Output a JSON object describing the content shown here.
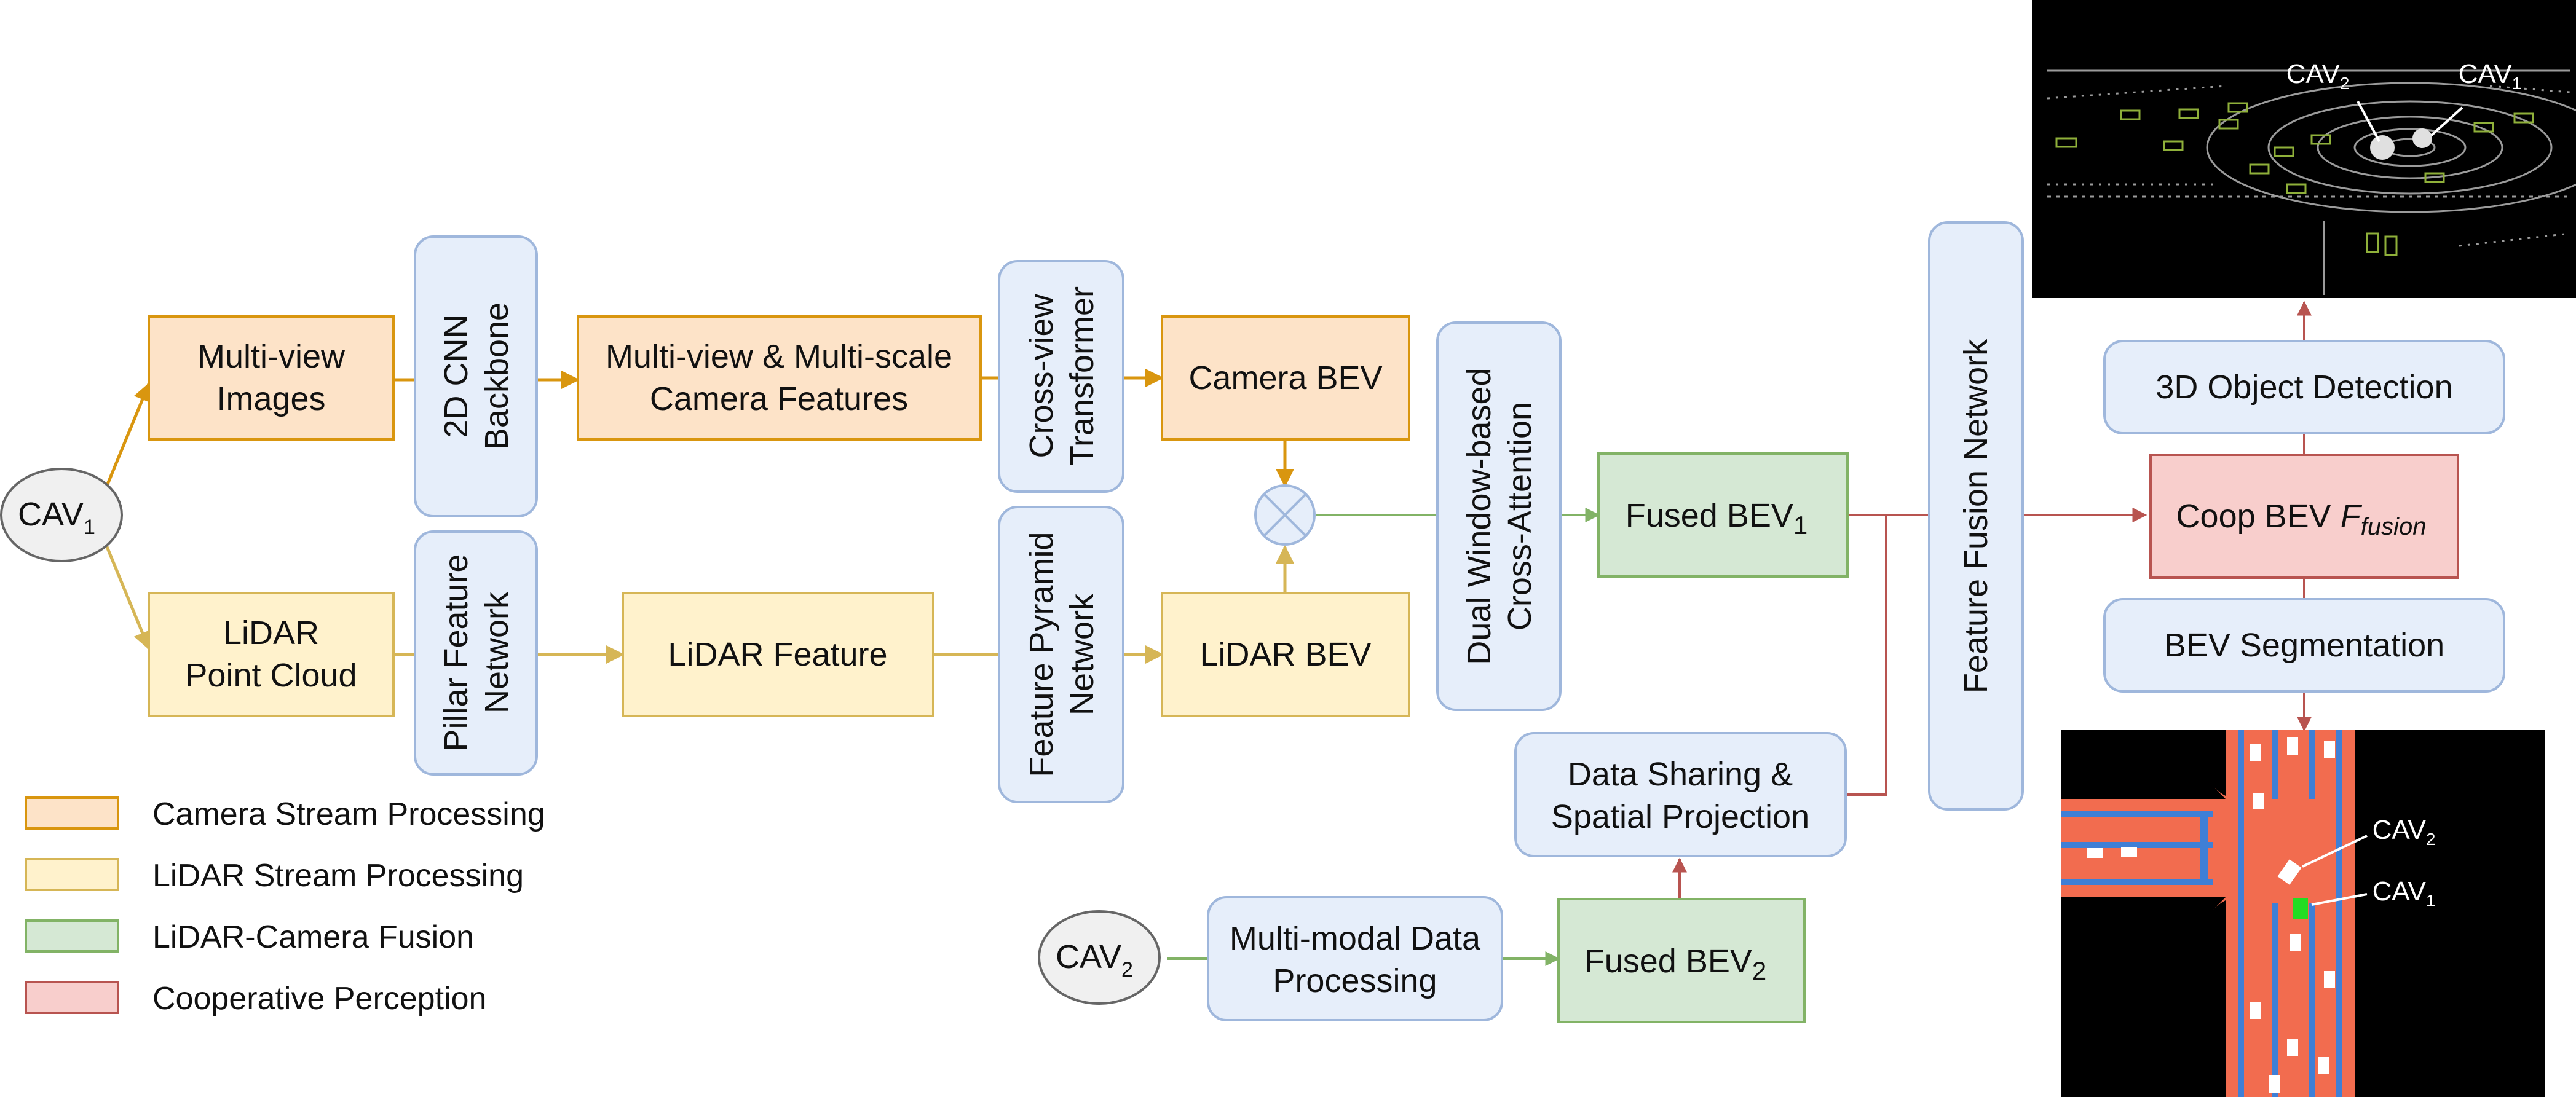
{
  "nodes": {
    "cav1_source": {
      "label": "CAV",
      "sub": "1"
    },
    "cav2_source": {
      "label": "CAV",
      "sub": "2"
    },
    "multiview_images": {
      "lines": [
        "Multi-view",
        "Images"
      ]
    },
    "lidar_point_cloud": {
      "lines": [
        "LiDAR",
        "Point Cloud"
      ]
    },
    "cnn_backbone": {
      "lines": [
        "2D CNN",
        "Backbone"
      ]
    },
    "pillar_feature_network": {
      "lines": [
        "Pillar Feature",
        "Network"
      ]
    },
    "camera_features": {
      "lines": [
        "Multi-view & Multi-scale",
        "Camera Features"
      ]
    },
    "lidar_feature": {
      "lines": [
        "LiDAR Feature"
      ]
    },
    "cross_view_transformer": {
      "lines": [
        "Cross-view",
        "Transformer"
      ]
    },
    "feature_pyramid_network": {
      "lines": [
        "Feature Pyramid",
        "Network"
      ]
    },
    "camera_bev": {
      "lines": [
        "Camera BEV"
      ]
    },
    "lidar_bev": {
      "lines": [
        "LiDAR BEV"
      ]
    },
    "dual_window_attention": {
      "lines": [
        "Dual Window-based",
        "Cross-Attention"
      ]
    },
    "fused_bev1": {
      "label": "Fused BEV",
      "sub": "1"
    },
    "fused_bev2": {
      "label": "Fused BEV",
      "sub": "2"
    },
    "feature_fusion_network": {
      "lines": [
        "Feature Fusion Network"
      ]
    },
    "data_sharing": {
      "lines": [
        "Data Sharing &",
        "Spatial Projection"
      ]
    },
    "multimodal_processing": {
      "lines": [
        "Multi-modal Data",
        "Processing"
      ]
    },
    "coop_bev": {
      "label": "Coop BEV ",
      "italic": "F",
      "italic_sub": "fusion"
    },
    "object_detection": {
      "lines": [
        "3D Object Detection"
      ]
    },
    "bev_segmentation": {
      "lines": [
        "BEV Segmentation"
      ]
    }
  },
  "images": {
    "detection_view": {
      "labels": [
        {
          "text": "CAV",
          "sub": "2"
        },
        {
          "text": "CAV",
          "sub": "1"
        }
      ]
    },
    "segmentation_view": {
      "labels": [
        {
          "text": "CAV",
          "sub": "2"
        },
        {
          "text": "CAV",
          "sub": "1"
        }
      ]
    }
  },
  "legend": [
    {
      "label": "Camera Stream Processing",
      "fill": "#fde3c8",
      "stroke": "#d9960f"
    },
    {
      "label": "LiDAR Stream Processing",
      "fill": "#fff2cc",
      "stroke": "#d6b656"
    },
    {
      "label": "LiDAR-Camera Fusion",
      "fill": "#d5e8d4",
      "stroke": "#82b366"
    },
    {
      "label": "Cooperative Perception",
      "fill": "#f8cecc",
      "stroke": "#b85450"
    }
  ],
  "colors": {
    "camera_stroke": "#d9960f",
    "camera_fill": "#fde3c8",
    "lidar_stroke": "#d6b656",
    "lidar_fill": "#fff2cc",
    "fusion_stroke": "#82b366",
    "fusion_fill": "#d5e8d4",
    "coop_stroke": "#b85450",
    "coop_fill": "#f8cecc",
    "module_fill": "#e6eefa",
    "module_stroke": "#9fb7dc",
    "source_fill": "#f0f0f0",
    "source_stroke": "#666666",
    "arrow_camera": "#d9960f",
    "arrow_lidar": "#d6b656",
    "arrow_fusion": "#82b366",
    "arrow_coop": "#b85450"
  }
}
